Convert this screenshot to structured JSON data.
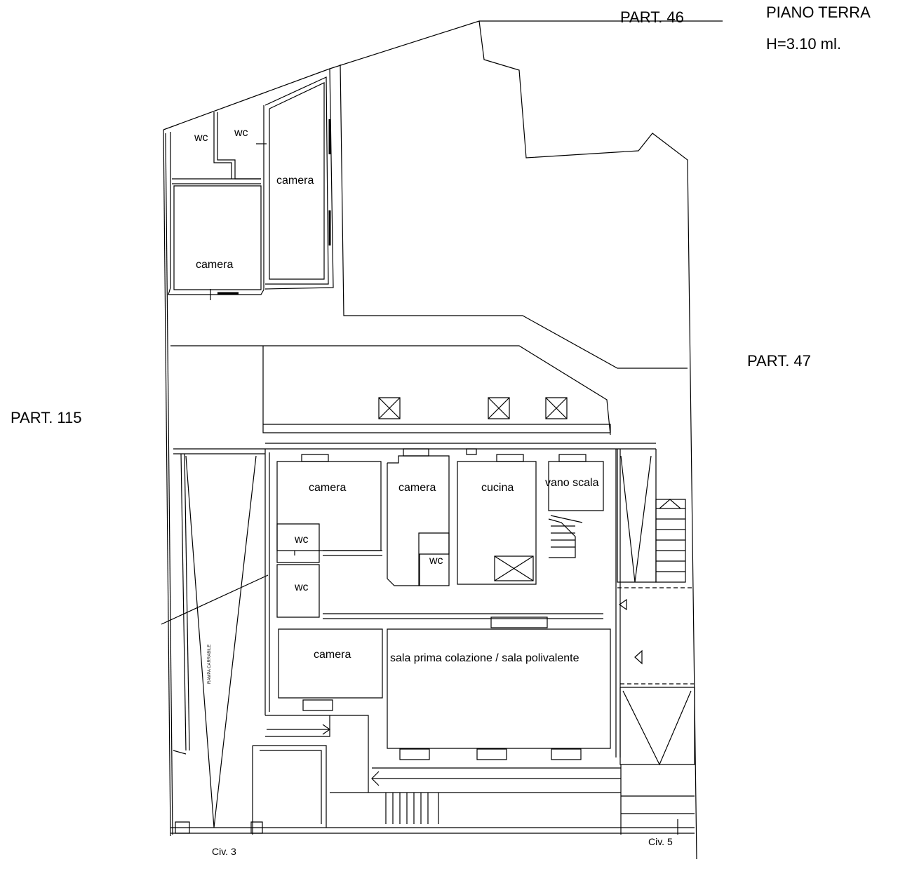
{
  "header": {
    "floor_title": "PIANO TERRA",
    "height_note": "H=3.10 ml."
  },
  "parcels": {
    "north": "PART. 46",
    "east": "PART. 47",
    "west": "PART. 115"
  },
  "rooms": {
    "wc_upper_left": "wc",
    "wc_upper_right": "wc",
    "camera_upper_tall": "camera",
    "camera_upper_left": "camera",
    "camera_1": "camera",
    "camera_2": "camera",
    "cucina": "cucina",
    "vano_scala": "vano scala",
    "wc_1": "wc",
    "wc_2": "wc",
    "wc_3": "wc",
    "camera_lower": "camera",
    "sala": "sala prima colazione / sala polivalente"
  },
  "ramp_label": "RAMPA CARRABILE",
  "entrances": {
    "civ3": "Civ. 3",
    "civ5": "Civ. 5"
  }
}
